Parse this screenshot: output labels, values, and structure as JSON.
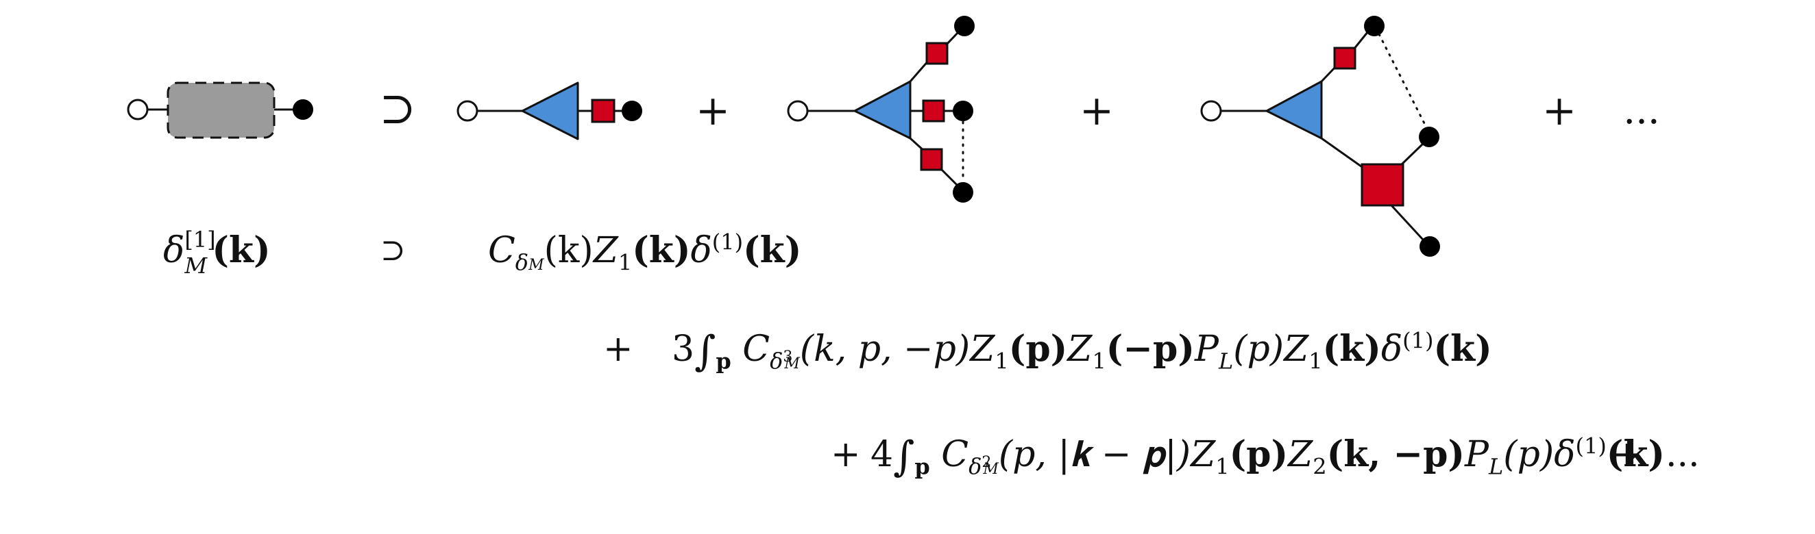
{
  "diagram": {
    "ops": {
      "subset": "⊃",
      "plus": "+",
      "ellipsis": "..."
    },
    "colors": {
      "triangle_fill": "#4a8ed8",
      "square_fill": "#d0021b",
      "box_fill": "#9b9b9b",
      "stroke": "#111111",
      "dot": "#000000",
      "open_circle": "#ffffff"
    }
  },
  "equation": {
    "line1": {
      "lhs_delta": "δ",
      "lhs_sup": "[1]",
      "lhs_sub": "M",
      "lhs_arg": "(𝐤)",
      "subset": "⊃",
      "term": {
        "C": "C",
        "C_sub_delta": "δ",
        "C_sub_sub": "M",
        "C_args": "(k)",
        "Z": "Z",
        "Z_sub": "1",
        "Z_args": "(𝐤)",
        "delta": "δ",
        "delta_sup": "(1)",
        "delta_args": "(𝐤)"
      }
    },
    "line2": {
      "plus": "+",
      "coef": "3",
      "int_sub": "p",
      "C": "C",
      "C_sub_delta": "δ",
      "C_sub_sup": "3",
      "C_sub_sub": "M",
      "C_args": "(k, p, −p)",
      "Z1a": "Z",
      "Z1a_sub": "1",
      "Z1a_args": "(𝐩)",
      "Z1b": "Z",
      "Z1b_sub": "1",
      "Z1b_args": "(−𝐩)",
      "P": "P",
      "P_sub": "L",
      "P_args": "(p)",
      "Z1c": "Z",
      "Z1c_sub": "1",
      "Z1c_args": "(𝐤)",
      "delta": "δ",
      "delta_sup": "(1)",
      "delta_args": "(𝐤)"
    },
    "line3": {
      "plus": "+",
      "coef": "4",
      "int_sub": "p",
      "C": "C",
      "C_sub_delta": "δ",
      "C_sub_sup": "2",
      "C_sub_sub": "M",
      "C_args": "(p, |𝐤 − 𝐩|)",
      "Z1": "Z",
      "Z1_sub": "1",
      "Z1_args": "(𝐩)",
      "Z2": "Z",
      "Z2_sub": "2",
      "Z2_args": "(𝐤, −𝐩)",
      "P": "P",
      "P_sub": "L",
      "P_args": "(p)",
      "delta": "δ",
      "delta_sup": "(1)",
      "delta_args": "(𝐤)",
      "plus2": "+",
      "ellipsis": "..."
    }
  }
}
